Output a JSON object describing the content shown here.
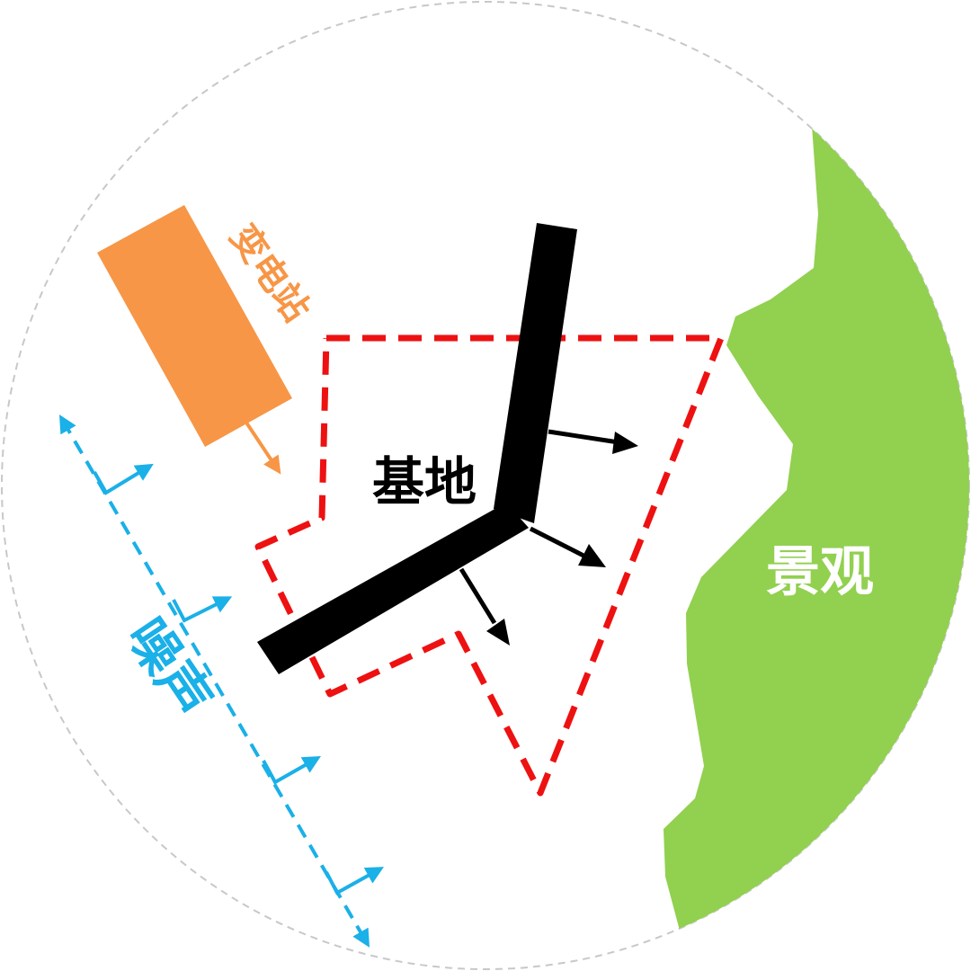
{
  "labels": {
    "site": "基地",
    "landscape": "景观",
    "substation": "变电站",
    "noise": "噪声"
  },
  "colors": {
    "site_boundary": "#ee1111",
    "building": "#000000",
    "landscape": "#92d050",
    "substation": "#f79646",
    "noise": "#1ab0e8",
    "circle": "#c8c8c8"
  }
}
